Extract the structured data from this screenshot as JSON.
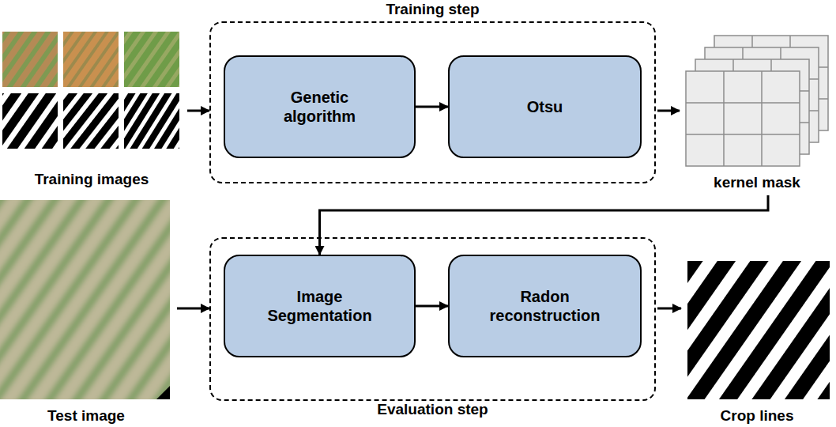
{
  "diagram": {
    "nodes": [
      {
        "text": [
          "Training images"
        ]
      },
      {
        "text": [
          "Training step"
        ]
      },
      {
        "text": [
          "Genetic algorithm"
        ],
        "in": 1
      },
      {
        "text": [
          "Otsu"
        ],
        "in": 1
      },
      {
        "text": [
          "kernel mask"
        ]
      },
      {
        "text": [
          "Test image"
        ]
      },
      {
        "text": [
          "Evaluation step"
        ]
      },
      {
        "text": [
          "Image Segmentation"
        ],
        "in": 6
      },
      {
        "text": [
          "Radon reconstruction"
        ],
        "in": 6
      },
      {
        "text": [
          "Crop lines"
        ]
      }
    ],
    "edges": [
      {
        "from": 0,
        "to": 1,
        "arrow": "to"
      },
      {
        "from": 2,
        "to": 3,
        "arrow": "to"
      },
      {
        "from": 1,
        "to": 4,
        "arrow": "to"
      },
      {
        "from": 4,
        "to": 7,
        "arrow": "to"
      },
      {
        "from": 5,
        "to": 6,
        "arrow": "to"
      },
      {
        "from": 7,
        "to": 8,
        "arrow": "to"
      },
      {
        "from": 6,
        "to": 9,
        "arrow": "to"
      }
    ]
  }
}
